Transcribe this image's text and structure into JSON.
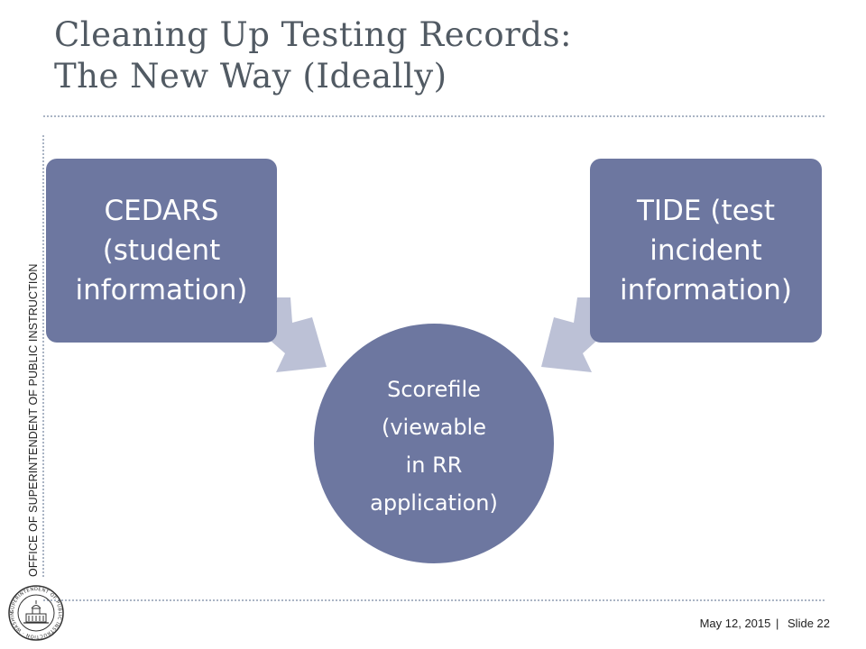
{
  "slide": {
    "title_lines": [
      "Cleaning Up Testing Records:",
      "The New Way (Ideally)"
    ],
    "org_vertical": "OFFICE OF SUPERINTENDENT OF PUBLIC INSTRUCTION",
    "footer": {
      "date": "May 12, 2015",
      "separator": "|",
      "slide_number": "Slide 22"
    },
    "seal": {
      "icon": "seal-icon",
      "text": "SUPERINTENDENT OF PUBLIC INSTRUCTION · WASHINGTON"
    }
  },
  "diagram": {
    "source_left": {
      "lines": [
        "CEDARS",
        "(student",
        "information)"
      ]
    },
    "source_right": {
      "lines": [
        "TIDE (test",
        "incident",
        "information)"
      ]
    },
    "target": {
      "lines": [
        "Scorefile",
        "(viewable",
        "in RR",
        "application)"
      ]
    },
    "colors": {
      "node": "#6d77a0",
      "arrow": "#bcc1d6",
      "text": "#ffffff",
      "title": "#515a63"
    }
  }
}
